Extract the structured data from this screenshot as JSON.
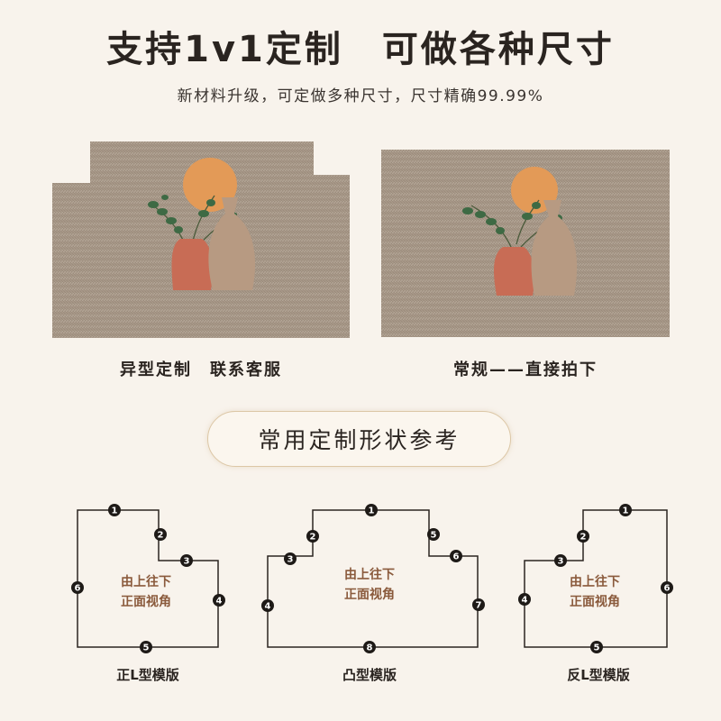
{
  "header": {
    "title": "支持1v1定制　可做各种尺寸",
    "subtitle": "新材料升级，可定做多种尺寸，尺寸精确99.99%"
  },
  "products": [
    {
      "caption": "异型定制　联系客服"
    },
    {
      "caption": "常规——直接拍下"
    }
  ],
  "section": {
    "label": "常用定制形状参考"
  },
  "shapes": [
    {
      "inner_line1": "由上往下",
      "inner_line2": "正面视角",
      "caption": "正L型模版",
      "markers": [
        "1",
        "2",
        "3",
        "4",
        "5",
        "6"
      ]
    },
    {
      "inner_line1": "由上往下",
      "inner_line2": "正面视角",
      "caption": "凸型模版",
      "markers": [
        "1",
        "2",
        "3",
        "4",
        "5",
        "6",
        "7",
        "8"
      ]
    },
    {
      "inner_line1": "由上往下",
      "inner_line2": "正面视角",
      "caption": "反L型模版",
      "markers": [
        "1",
        "2",
        "3",
        "4",
        "5",
        "6"
      ]
    }
  ],
  "colors": {
    "background": "#f8f3ec",
    "rug": "#a8998a",
    "accent_orange": "#e39a57",
    "terracotta": "#c86c55",
    "vase_tan": "#b79a82",
    "text_inner": "#8a5a3c"
  }
}
